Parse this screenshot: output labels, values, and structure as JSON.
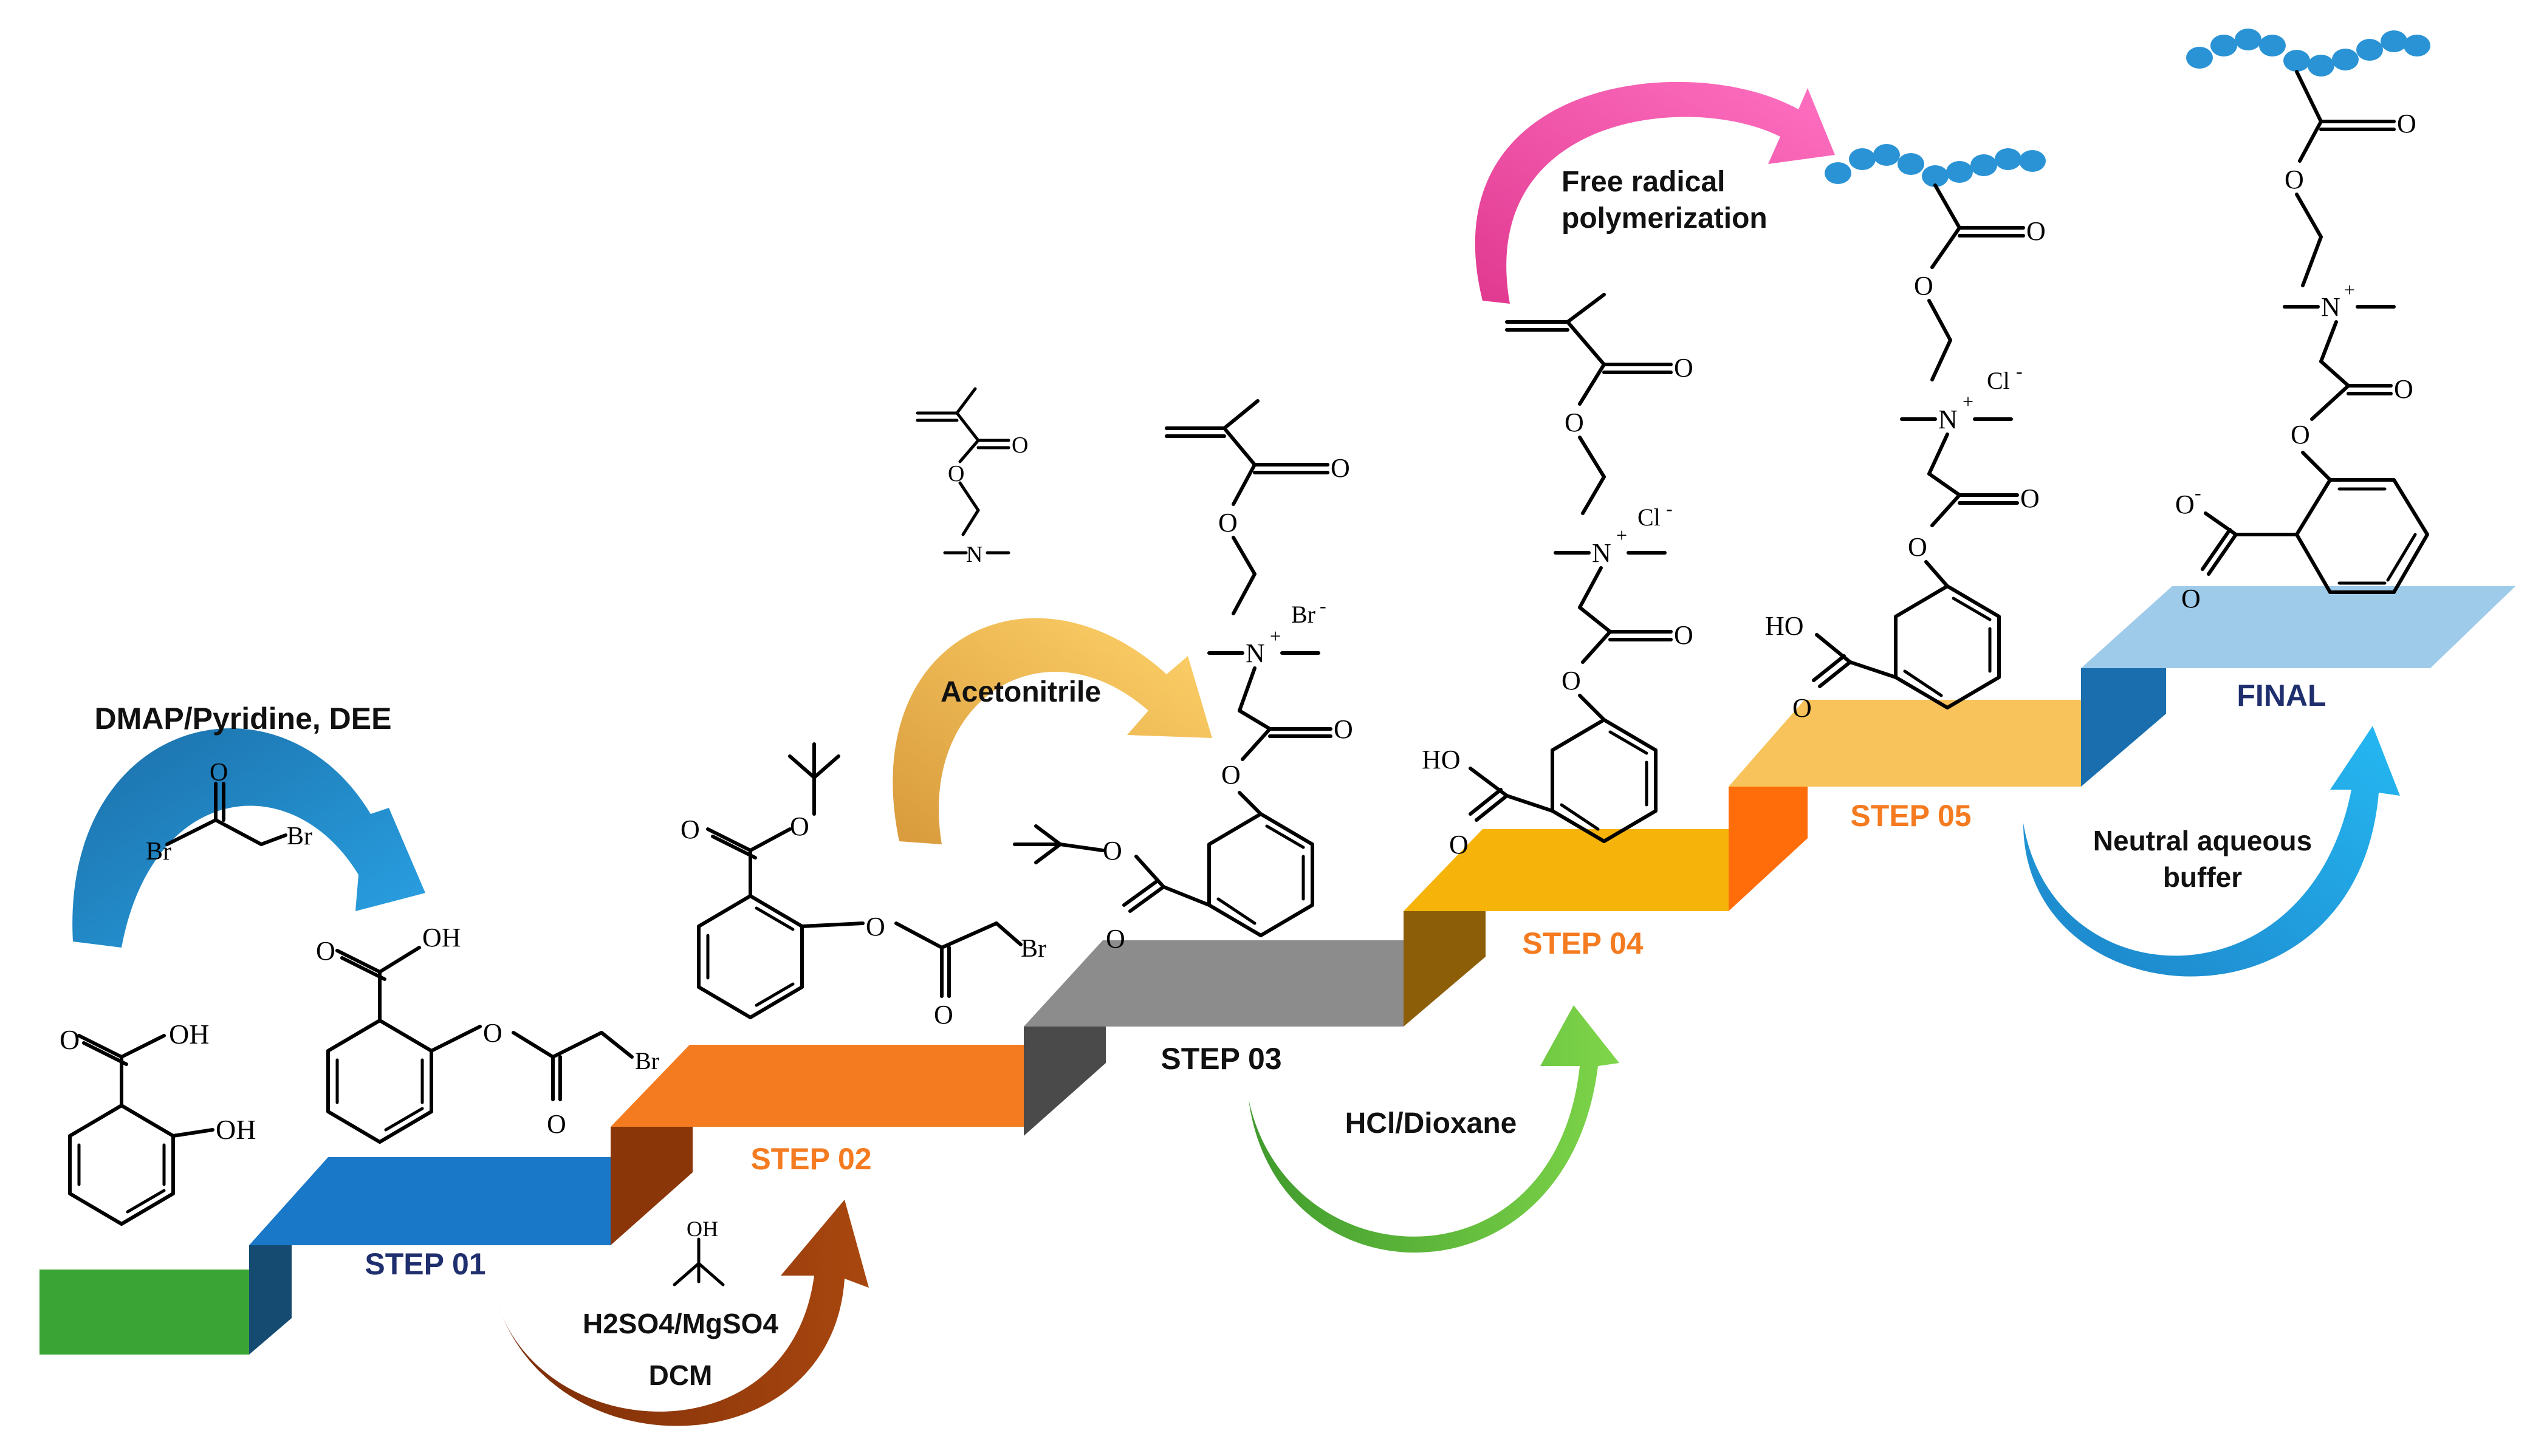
{
  "steps": {
    "step01": "STEP 01",
    "step02": "STEP 02",
    "step03": "STEP 03",
    "step04": "STEP 04",
    "step05": "STEP 05",
    "final": "FINAL"
  },
  "reagents": {
    "r1": "DMAP/Pyridine, DEE",
    "r2_line1": "H2SO4/MgSO4",
    "r2_line2": "DCM",
    "r3": "Acetonitrile",
    "r4": "HCl/Dioxane",
    "r5_line1": "Free radical",
    "r5_line2": "polymerization",
    "r6_line1": "Neutral aqueous",
    "r6_line2": "buffer"
  },
  "atoms": {
    "O": "O",
    "OH": "OH",
    "HO": "HO",
    "Br": "Br",
    "N": "N",
    "plus": "+",
    "minus": "-",
    "Cl": "Cl"
  },
  "colors": {
    "base_green": "#3aa535",
    "step01_blue": "#1a78c8",
    "step02_orange": "#f47b20",
    "step03_gray": "#8c8c8c",
    "step04_amber": "#f6b40a",
    "step05_gold": "#f8c35a",
    "final_lightblue": "#9fcbea",
    "step_label_navy": "#1f2f6e",
    "step_label_orange": "#f47b20",
    "polymer_bead": "#2a93d5"
  },
  "icons": [
    "arrow-blue-icon",
    "arrow-brown-icon",
    "arrow-yellow-icon",
    "arrow-green-icon",
    "arrow-pink-icon",
    "arrow-cyan-icon",
    "polymer-chain-icon"
  ]
}
